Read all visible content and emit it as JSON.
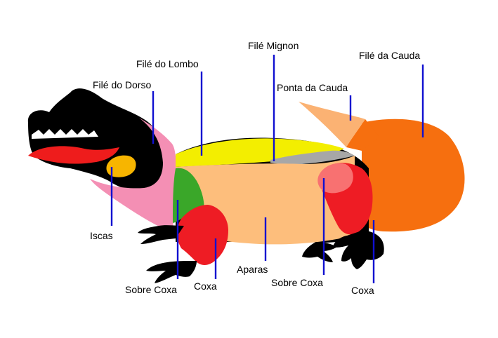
{
  "labels": {
    "file_mignon": "Filé Mignon",
    "file_da_cauda": "Filé da Cauda",
    "file_do_lombo": "Filé do Lombo",
    "file_do_dorso": "Filé do Dorso",
    "ponta_da_cauda": "Ponta da Cauda",
    "iscas": "Iscas",
    "sobre_coxa_front": "Sobre Coxa",
    "coxa_front": "Coxa",
    "aparas": "Aparas",
    "sobre_coxa_rear": "Sobre Coxa",
    "coxa_rear": "Coxa"
  },
  "colors": {
    "leader": "#1010d0",
    "black": "#000000",
    "tongue_red": "#ee1c1c",
    "eye_yellow": "#f7b500",
    "pink": "#f48fb4",
    "loin_yellow": "#f3ee00",
    "mignon_gray": "#a7a7a7",
    "green": "#3aa729",
    "aparas_peach": "#fdbe7c",
    "leg_red": "#ee1c24",
    "thigh_coral": "#f87171",
    "tail_orange": "#f66f0f",
    "tail_tip": "#fbb273"
  }
}
